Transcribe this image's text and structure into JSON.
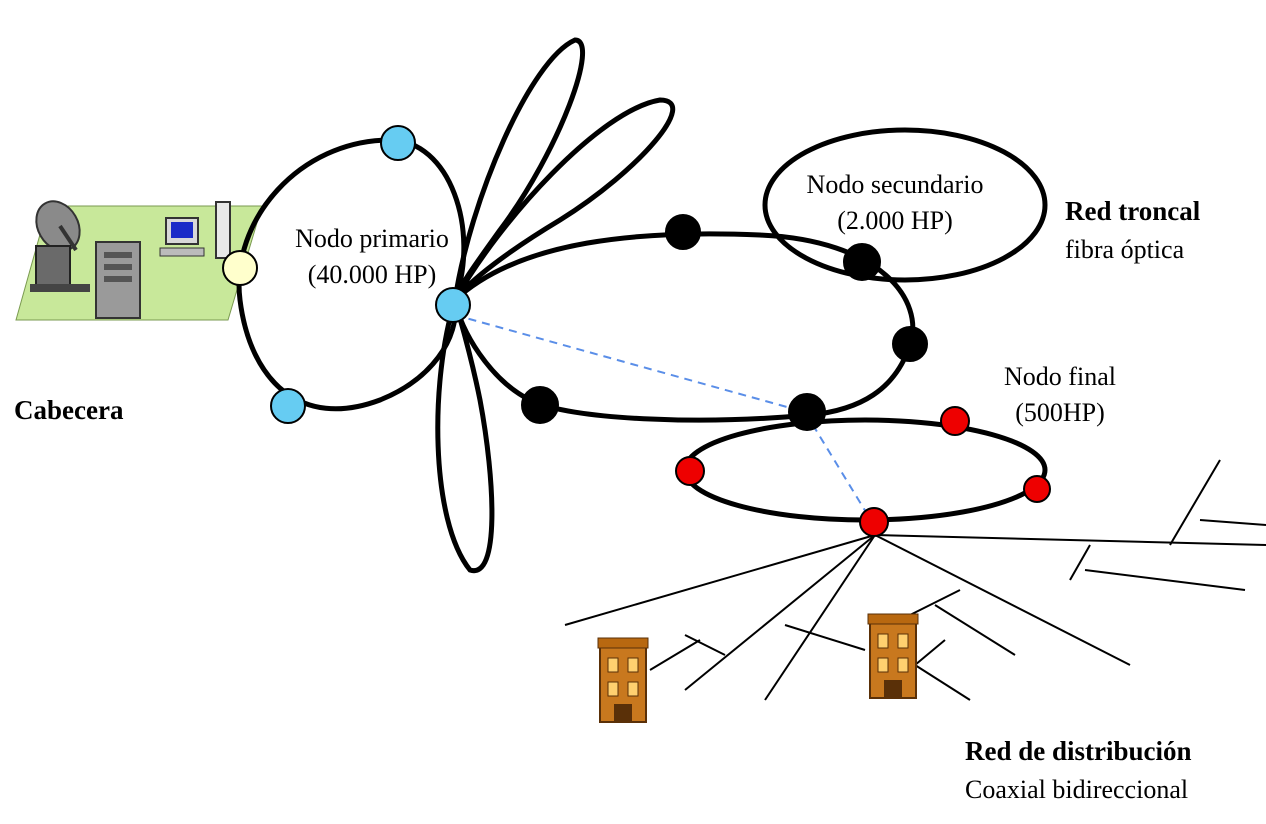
{
  "labels": {
    "nodo_primario": [
      "Nodo primario",
      "(40.000 HP)"
    ],
    "nodo_secundario": [
      "Nodo secundario",
      "(2.000 HP)"
    ],
    "nodo_final": [
      "Nodo final",
      "(500HP)"
    ],
    "cabecera": "Cabecera",
    "red_troncal": {
      "title": "Red troncal",
      "subtitle": "fibra óptica"
    },
    "red_distribucion": {
      "title": "Red de distribución",
      "subtitle": "Coaxial bidireccional"
    }
  },
  "colors": {
    "trunk_ring": "#000000",
    "primary_node": "#66ccf2",
    "headend_node": "#ffffcc",
    "secondary_node": "#000000",
    "final_node": "#ee0000",
    "optical_link": "#5a8ee8",
    "headend_floor": "#c8e89a",
    "building": "#c8781e"
  },
  "icons": [
    "satellite-dish-icon",
    "server-tower-icon",
    "computer-terminal-icon",
    "building-icon"
  ]
}
